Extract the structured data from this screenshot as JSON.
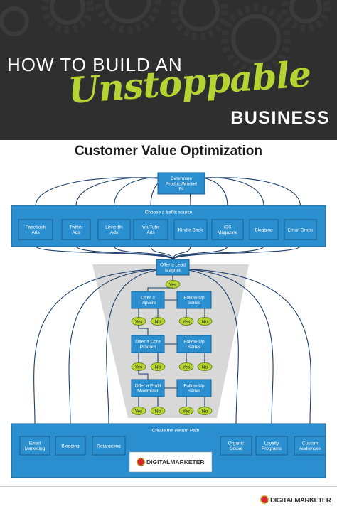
{
  "header": {
    "line1": "HOW TO BUILD AN",
    "line2": "Unstoppable",
    "line3": "BUSINESS"
  },
  "diagram": {
    "title": "Customer Value Optimization",
    "top_box": [
      "Determine",
      "Product/Market",
      "Fit"
    ],
    "traffic_header": "Choose a traffic source",
    "traffic_sources": [
      [
        "Facebook",
        "Ads"
      ],
      [
        "Twitter",
        "Ads"
      ],
      [
        "LinkedIn",
        "Ads"
      ],
      [
        "YouTube",
        "Ads"
      ],
      [
        "Kindle Book"
      ],
      [
        "iOS",
        "Magazine"
      ],
      [
        "Blogging"
      ],
      [
        "Email Drops"
      ]
    ],
    "lead_magnet": [
      "Offer a Lead",
      "Magnet"
    ],
    "yes_label": "Yes",
    "no_label": "No",
    "offers": [
      {
        "offer": [
          "Offer a",
          "Tripwire"
        ],
        "followup": [
          "Follow-Up",
          "Series"
        ]
      },
      {
        "offer": [
          "Offer a Core",
          "Product"
        ],
        "followup": [
          "Follow-Up",
          "Series"
        ]
      },
      {
        "offer": [
          "Offer a Profit",
          "Maximizer"
        ],
        "followup": [
          "Follow-Up",
          "Series"
        ]
      }
    ],
    "return_header": "Create the Return Path",
    "return_items": [
      [
        "Email",
        "Marketing"
      ],
      [
        "Blogging"
      ],
      [
        "Retargeting"
      ],
      [
        "Organic",
        "Social"
      ],
      [
        "Loyalty",
        "Programs"
      ],
      [
        "Custom",
        "Audiences"
      ]
    ],
    "center_logo": "DIGITALMARKETER"
  },
  "footer": {
    "logo": "DIGITALMARKETER"
  },
  "colors": {
    "header_bg": "#2f2f30",
    "accent_green": "#b6d334",
    "box_blue": "#2b8fcf",
    "box_border": "#1b5f8f",
    "yes_no_green": "#b6d334",
    "funnel_gray": "#d8d8d8",
    "line_navy": "#1d3f6b",
    "logo_red": "#d6262f"
  }
}
